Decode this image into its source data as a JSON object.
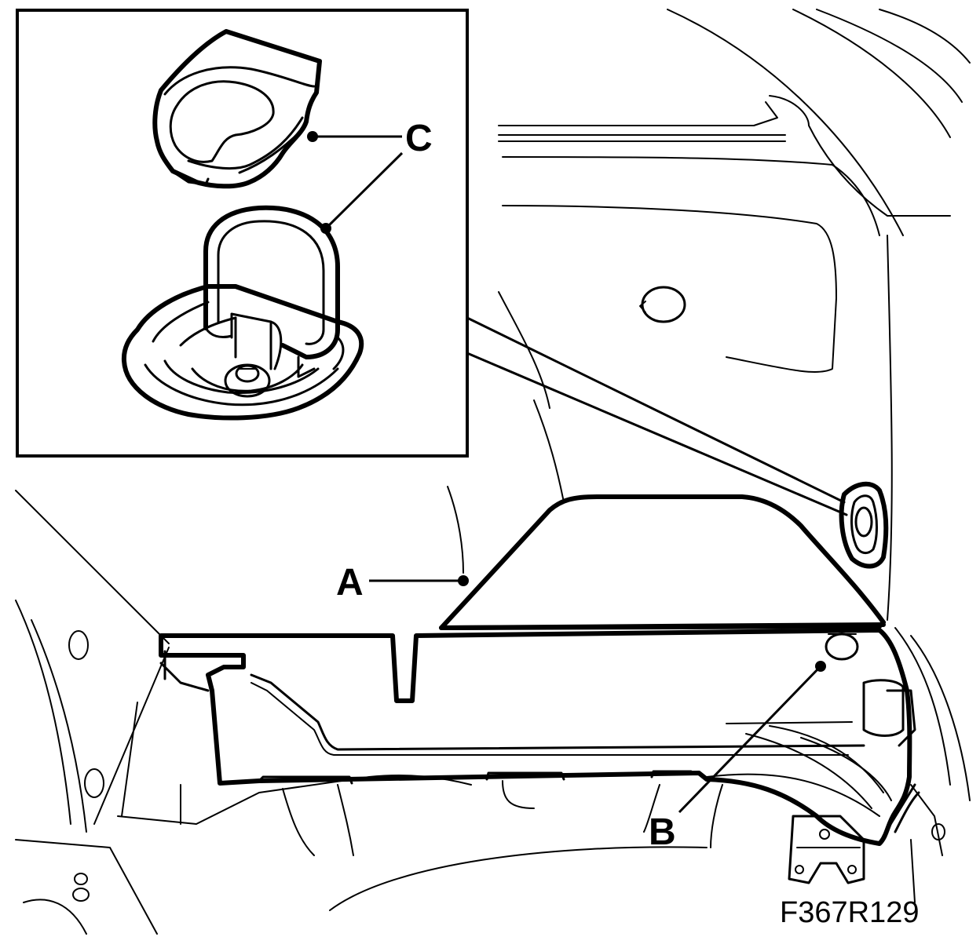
{
  "figure": {
    "callouts": {
      "a": "A",
      "b": "B",
      "c": "C"
    },
    "code": "F367R129"
  }
}
